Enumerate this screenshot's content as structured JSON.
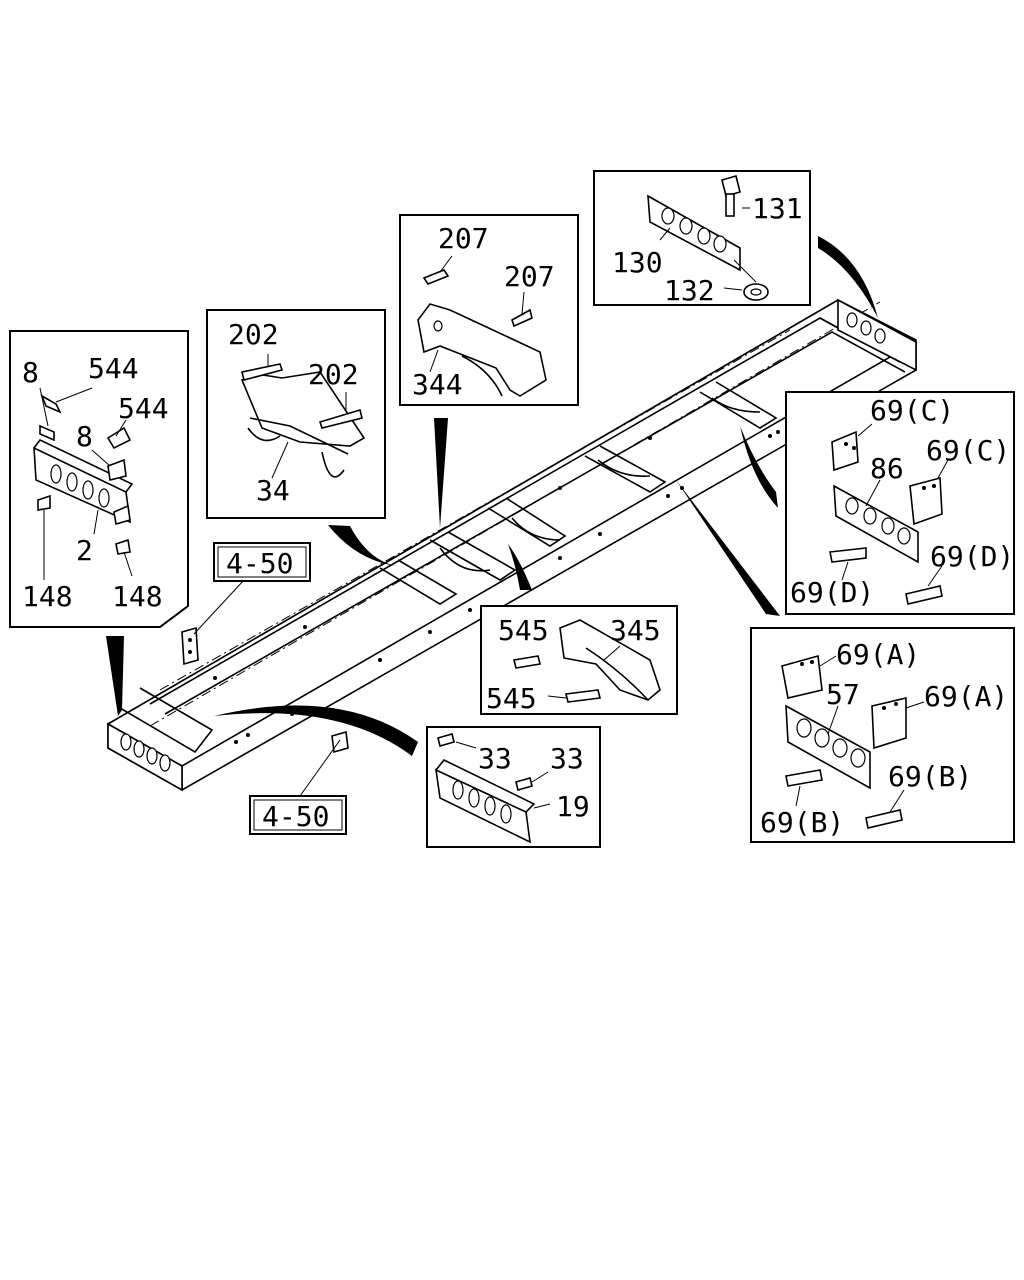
{
  "diagram": {
    "reference_boxes": [
      "4-50",
      "4-50"
    ],
    "callouts": {
      "box_a": {
        "labels": [
          "8",
          "544",
          "544",
          "8",
          "2",
          "148",
          "148"
        ]
      },
      "box_b": {
        "labels": [
          "202",
          "202",
          "34"
        ]
      },
      "box_c": {
        "labels": [
          "207",
          "207",
          "344"
        ]
      },
      "box_d": {
        "labels": [
          "131",
          "130",
          "132"
        ]
      },
      "box_e": {
        "labels": [
          "69(C)",
          "69(C)",
          "86",
          "69(D)",
          "69(D)"
        ]
      },
      "box_f": {
        "labels": [
          "545",
          "345",
          "545"
        ]
      },
      "box_g": {
        "labels": [
          "69(A)",
          "69(A)",
          "57",
          "69(B)",
          "69(B)"
        ]
      },
      "box_h": {
        "labels": [
          "33",
          "33",
          "19"
        ]
      }
    }
  }
}
